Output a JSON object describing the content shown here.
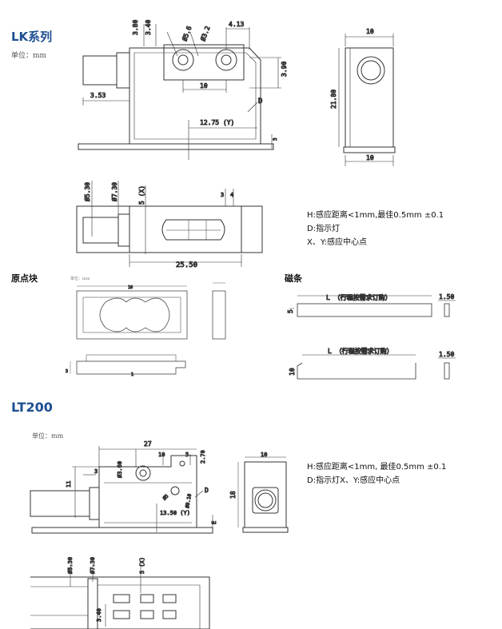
{
  "lk": {
    "title": "LK系列",
    "unit": "单位：mm",
    "dims": {
      "d_380": "3.80",
      "d_340": "3.40",
      "d_phi56": "Ø5.6",
      "d_phi32": "Ø3.2",
      "d_413": "4.13",
      "d_390": "3.90",
      "d_353": "3.53",
      "d_10a": "10",
      "d_D": "D",
      "d_1275": "12.75 (Y)",
      "d_3r": "3",
      "d_10top": "10",
      "d_2180": "21.80",
      "d_10bot": "10",
      "d_phi530": "Ø5.30",
      "d_phi730": "Ø7.30",
      "d_5x": "5 (X)",
      "d_3b": "3",
      "d_4b": "4",
      "d_2550": "25.50"
    },
    "notes": [
      "H:感应距离<1mm,最佳0.5mm ±0.1",
      "D:指示灯",
      "X、Y:感应中心点"
    ]
  },
  "yuandian": {
    "title": "原点块",
    "unit": "单位：mm",
    "dims": {
      "d_10": "10",
      "d_3": "3",
      "d_1": "1"
    }
  },
  "citiao": {
    "title": "磁条",
    "dims": {
      "len_label1": "L （行程按需求订购）",
      "w150a": "1.50",
      "h5": "5",
      "len_label2": "L （行程按需求订购）",
      "w150b": "1.50",
      "h10": "10"
    }
  },
  "lt200": {
    "title": "LT200",
    "unit": "单位：mm",
    "dims": {
      "d_27": "27",
      "d_10a": "10",
      "d_5": "5",
      "d_270": "2.70",
      "d_3": "3",
      "d_phi360": "Ø3.60",
      "d_11": "11",
      "d_D": "D",
      "d_1350": "13.50 (Y)",
      "d_phi5": "Ø5",
      "d_phi9": "Ø9.10",
      "d_E": "E",
      "d_10top": "10",
      "d_18": "18",
      "d_phi530": "Ø5.30",
      "d_phi730": "Ø7.30",
      "d_5x": "5 (X)",
      "d_340": "3.40"
    },
    "notes": [
      "H:感应距离<1mm, 最佳0.5mm ±0.1",
      "D:指示灯X、Y:感应中心点"
    ]
  }
}
